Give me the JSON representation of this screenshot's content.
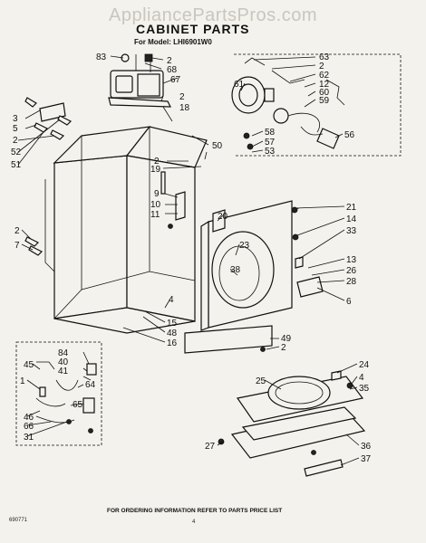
{
  "watermark": "AppliancePartsPros.com",
  "title": "CABINET PARTS",
  "model_line": "For Model: LHI6901W0",
  "footer_note": "FOR ORDERING INFORMATION REFER TO PARTS PRICE LIST",
  "part_code": "690771",
  "page_number": "4",
  "callouts": {
    "c83": "83",
    "c2a": "2",
    "c68": "68",
    "c67": "67",
    "c2b": "2",
    "c18": "18",
    "c3": "3",
    "c5": "5",
    "c2c": "2",
    "c52": "52",
    "c51": "51",
    "c50": "50",
    "c2d": "2",
    "c19": "19",
    "c63": "63",
    "c2e": "2",
    "c62": "62",
    "c12": "12",
    "c60": "60",
    "c59": "59",
    "c61": "61",
    "c58": "58",
    "c57": "57",
    "c56": "56",
    "c53": "53",
    "c9": "9",
    "c10": "10",
    "c11": "11",
    "c20": "20",
    "c21": "21",
    "c14": "14",
    "c2f": "2",
    "c7": "7",
    "c23": "23",
    "c33": "33",
    "c38": "38",
    "c13": "13",
    "c26": "26",
    "c28": "28",
    "c6": "6",
    "c4a": "4",
    "c15": "15",
    "c48": "48",
    "c16": "16",
    "c49": "49",
    "c2g": "2",
    "c84": "84",
    "c45": "45",
    "c40": "40",
    "c41": "41",
    "c1": "1",
    "c64": "64",
    "c65": "65",
    "c46": "46",
    "c66": "66",
    "c31": "31",
    "c24": "24",
    "c4b": "4",
    "c35": "35",
    "c25": "25",
    "c27": "27",
    "c36": "36",
    "c37": "37"
  }
}
